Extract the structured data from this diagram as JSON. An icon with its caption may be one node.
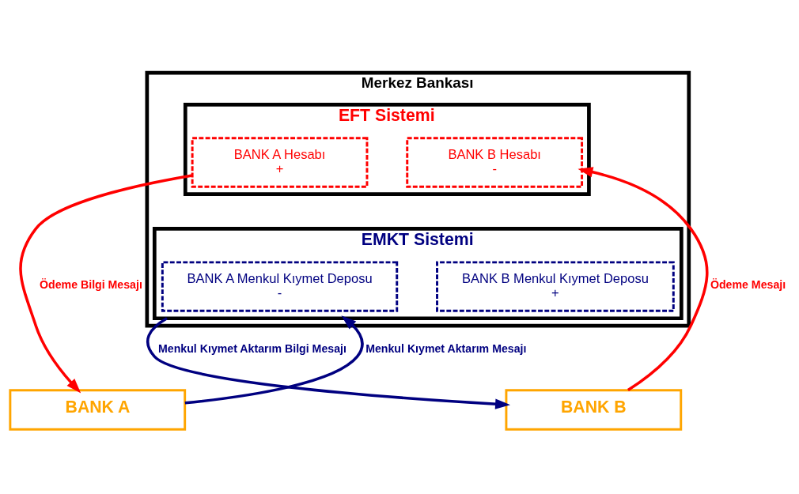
{
  "diagram": {
    "nodes": [
      {
        "text": [
          "Merkez Bankası"
        ]
      },
      {
        "text": [
          "EFT Sistemi"
        ],
        "in": 0
      },
      {
        "text": [
          "BANK A Hesabı",
          "+"
        ],
        "in": 1
      },
      {
        "text": [
          "BANK B Hesabı",
          "-"
        ],
        "in": 1
      },
      {
        "text": [
          "EMKT Sistemi"
        ],
        "in": 0
      },
      {
        "text": [
          "BANK A Menkul Kıymet Deposu",
          "-"
        ],
        "in": 4
      },
      {
        "text": [
          "BANK B Menkul Kıymet Deposu",
          "+"
        ],
        "in": 4
      },
      {
        "text": [
          "BANK A"
        ]
      },
      {
        "text": [
          "BANK B"
        ]
      }
    ],
    "edges": [
      {
        "from": 2,
        "to": 7,
        "arrow": "to",
        "label": "Ödeme Bilgi Mesajı",
        "color": "#ff0000"
      },
      {
        "from": 7,
        "to": 4,
        "arrow": "to",
        "label": "Menkul Kıymet Aktarım Mesajı",
        "color": "#000080"
      },
      {
        "from": 4,
        "to": 8,
        "arrow": "to",
        "label": "Menkul Kıymet Aktarım Bilgi Mesajı",
        "color": "#000080"
      },
      {
        "from": 8,
        "to": 3,
        "arrow": "to",
        "label": "Ödeme Mesajı",
        "color": "#ff0000"
      }
    ]
  }
}
